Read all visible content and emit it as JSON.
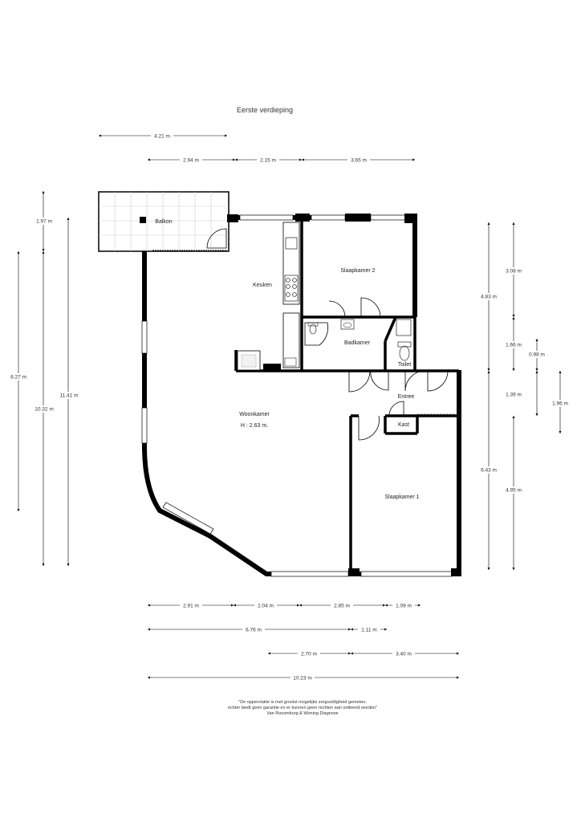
{
  "title": "Eerste verdieping",
  "rooms": {
    "balkon": "Balkon",
    "keuken": "Keuken",
    "slaapkamer2": "Slaapkamer 2",
    "badkamer": "Badkamer",
    "toilet": "Toilet",
    "entree": "Entree",
    "kast": "Kast",
    "woonkamer": "Woonkamer",
    "height": "H : 2.63 m.",
    "slaapkamer1": "Slaapkamer 1"
  },
  "dimensions": {
    "top": [
      "4.21 m",
      "2.94 m",
      "2.15 m",
      "3.65 m"
    ],
    "left": [
      "1.97 m",
      "8.27 m",
      "10.32 m",
      "11.41 m"
    ],
    "right": [
      "3.08 m",
      "4.83 m",
      "1.66 m",
      "0.98 m",
      "1.39 m",
      "1.96 m",
      "6.43 m",
      "4.95 m"
    ],
    "bottom": [
      "2.91 m",
      "2.04 m",
      "2.85 m",
      "1.09 m",
      "6.76 m",
      "1.11 m",
      "2.70 m",
      "3.40 m",
      "10.23 m"
    ]
  },
  "disclaimer": {
    "line1": "\"De oppervlakte is met grootst mogelijke zorgvuldigheid gemeten,",
    "line2": "echter biedt geen garantie en er kunnen geen rechten aan ontleend worden\"",
    "line3": "Van Roosmburg & Woning Diagnose"
  }
}
